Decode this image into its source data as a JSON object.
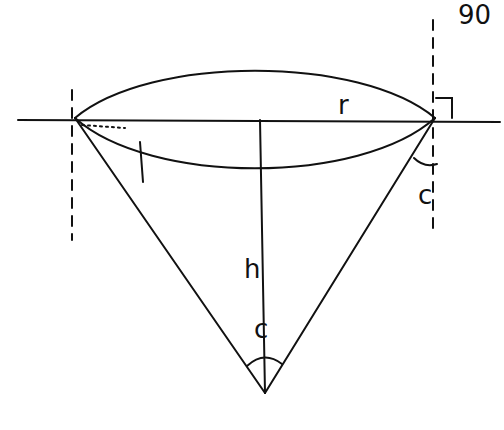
{
  "diagram": {
    "labels": [
      "90",
      "r",
      "c",
      "h",
      "c"
    ]
  }
}
